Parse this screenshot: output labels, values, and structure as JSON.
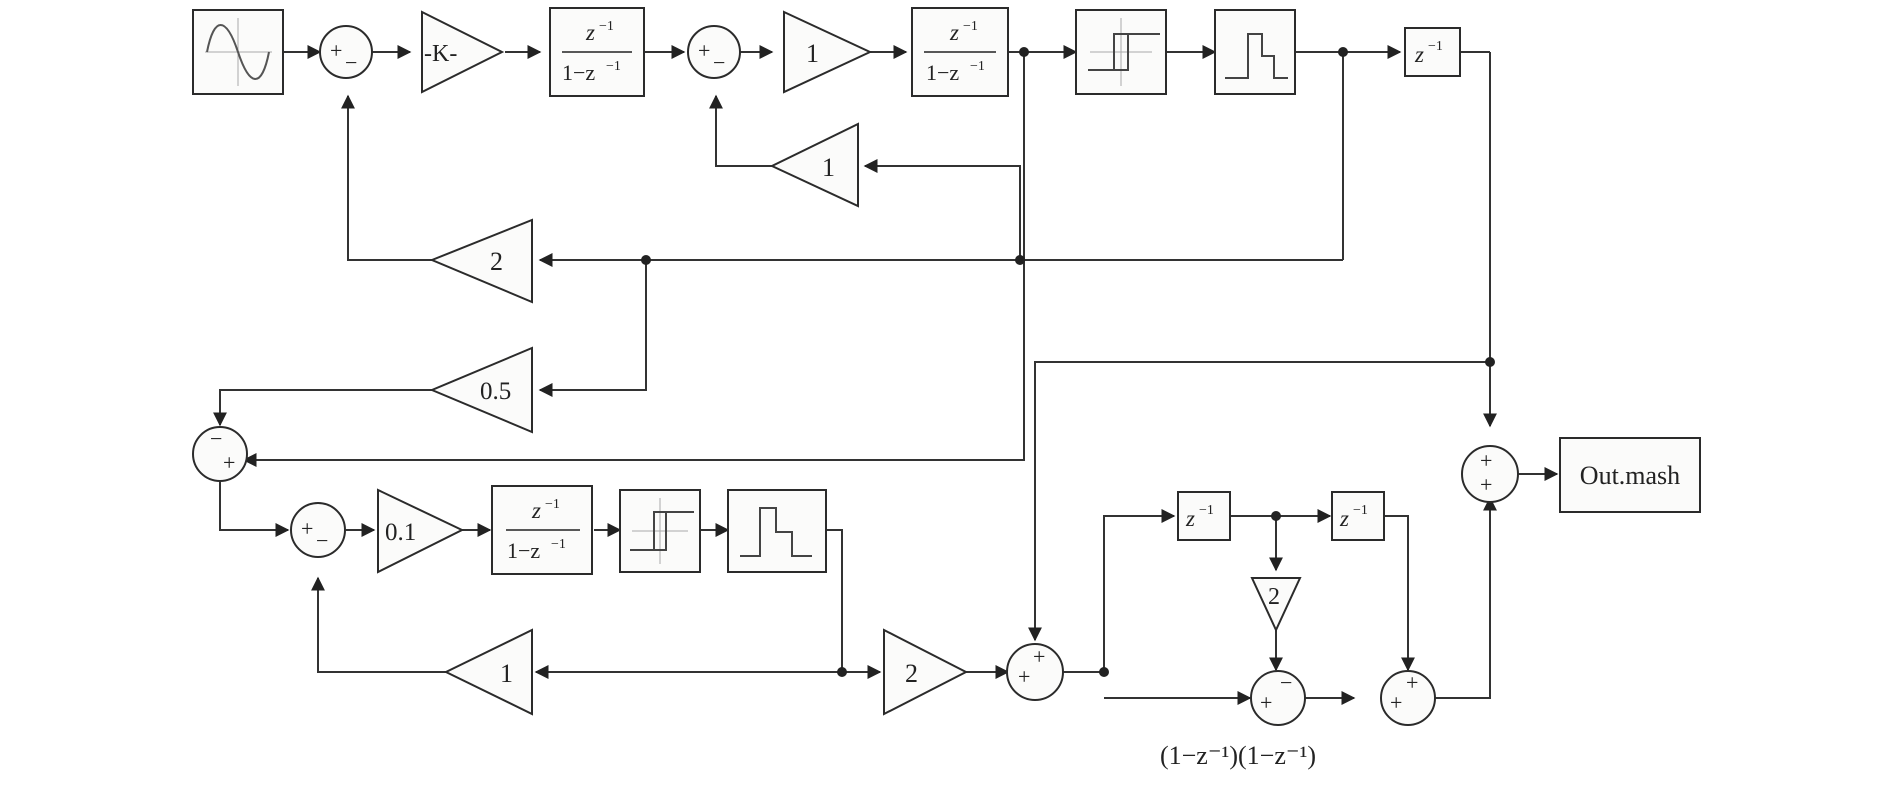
{
  "diagram": {
    "gain_k": "-K-",
    "gain_1a": "1",
    "gain_1b": "1",
    "gain_2a": "2",
    "gain_05": "0.5",
    "gain_01": "0.1",
    "gain_1c": "1",
    "gain_2b": "2",
    "gain_2c": "2",
    "tf_num": "z",
    "tf_num_sup": "−1",
    "tf_den": "1−z",
    "tf_den_sup": "−1",
    "delay": "z",
    "delay_sup": "−1",
    "plus": "+",
    "minus": "−",
    "output_label": "Out.mash",
    "bottom_label": "(1−z⁻¹)(1−z⁻¹)"
  }
}
